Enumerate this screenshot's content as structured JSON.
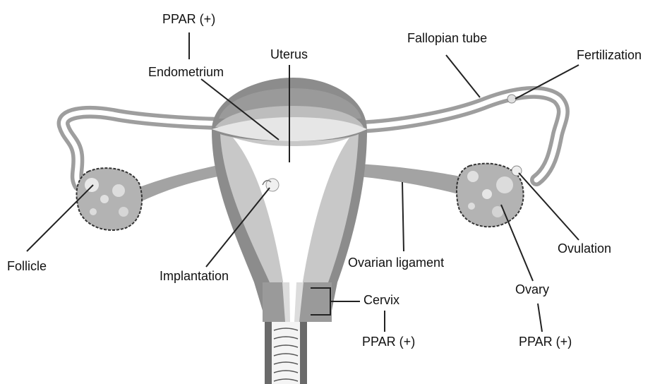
{
  "labels": {
    "ppar_top": "PPAR (+)",
    "endometrium": "Endometrium",
    "uterus": "Uterus",
    "fallopian_tube": "Fallopian tube",
    "fertilization": "Fertilization",
    "follicle": "Follicle",
    "implantation": "Implantation",
    "ovarian_ligament": "Ovarian  ligament",
    "ovulation": "Ovulation",
    "ovary": "Ovary",
    "cervix": "Cervix",
    "ppar_cervix": "PPAR (+)",
    "ppar_ovary": "PPAR (+)"
  },
  "colors": {
    "background": "#ffffff",
    "fundus_dark": "#777777",
    "fundus_mid": "#9a9a9a",
    "fundus_light": "#bdbdbd",
    "endometrium": "#e6e6e6",
    "uterine_wall_dark": "#8c8c8c",
    "uterine_wall_light": "#c8c8c8",
    "cavity": "#ffffff",
    "tube_outer": "#9e9e9e",
    "tube_inner": "#ffffff",
    "ligament": "#a3a3a3",
    "ovary": "#b3b3b3",
    "ovary_outline": "#333333",
    "follicle": "#e8e8e8",
    "vagina": "#6a6a6a",
    "leader_line": "#222222",
    "text": "#111111"
  }
}
